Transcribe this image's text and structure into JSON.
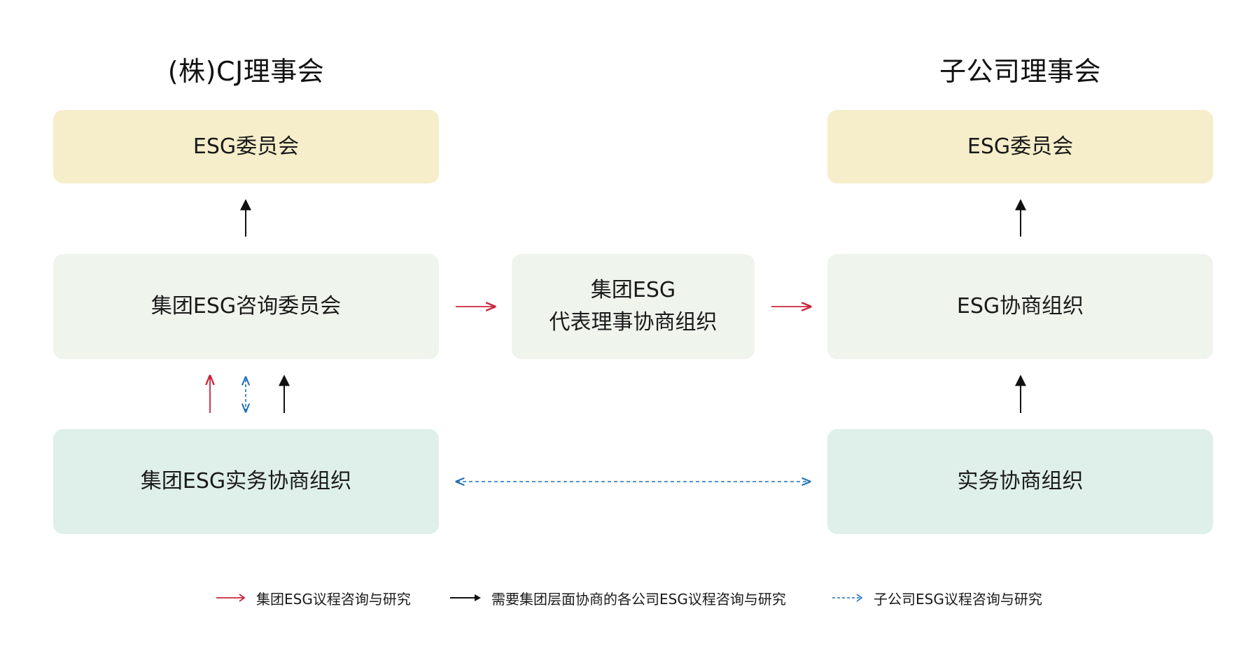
{
  "titles": {
    "left": "(株)CJ理事会",
    "right": "子公司理事会"
  },
  "boxes": {
    "left_committee": "ESG委员会",
    "right_committee": "ESG委员会",
    "left_advisory": "集团ESG咨询委员会",
    "center_rep_line1": "集团ESG",
    "center_rep_line2": "代表理事协商组织",
    "right_consult": "ESG协商组织",
    "left_practice": "集团ESG实务协商组织",
    "right_practice": "实务协商组织"
  },
  "legend": {
    "red": "集团ESG议程咨询与研究",
    "black": "需要集团层面协商的各公司ESG议程咨询与研究",
    "blue_dashed": "子公司ESG议程咨询与研究"
  },
  "colors": {
    "yellow_box": "#f6eeca",
    "light_green_box": "#eff4ec",
    "teal_box": "#dfefea",
    "red_arrow": "#c8243c",
    "black_arrow": "#111111",
    "blue_arrow": "#1f6fb5"
  }
}
